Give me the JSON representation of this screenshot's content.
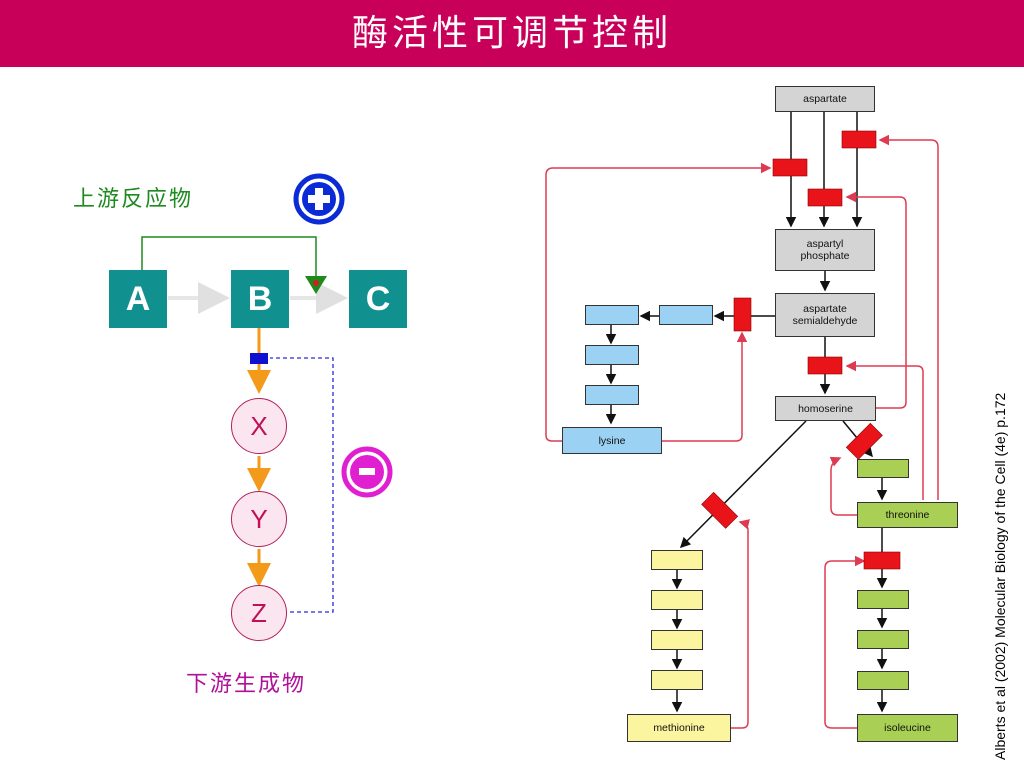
{
  "slide": {
    "title": "酶活性可调节控制",
    "upstream_label": "上游反应物",
    "downstream_label": "下游生成物",
    "citation": "Alberts et al (2002) Molecular Biology of the Cell (4e) p.172"
  },
  "left_diagram": {
    "nodes": [
      "A",
      "B",
      "C"
    ],
    "products": [
      "X",
      "Y",
      "Z"
    ],
    "activation_symbol": "+",
    "inhibition_symbol": "-"
  },
  "pathway": {
    "aspartate": "aspartate",
    "aspartyl_phosphate": [
      "aspartyl",
      "phosphate"
    ],
    "aspartate_semialdehyde": [
      "aspartate",
      "semialdehyde"
    ],
    "homoserine": "homoserine",
    "lysine": "lysine",
    "threonine": "threonine",
    "methionine": "methionine",
    "isoleucine": "isoleucine"
  },
  "colors": {
    "title_bar": "#c8005a",
    "node_teal": "#119090",
    "activation_blue": "#0a2bd6",
    "inhibition_magenta": "#e020d0",
    "inhibitor_red": "#e8141a",
    "feedback_line": "#dd3b52",
    "arrow_orange": "#f39a1a"
  }
}
